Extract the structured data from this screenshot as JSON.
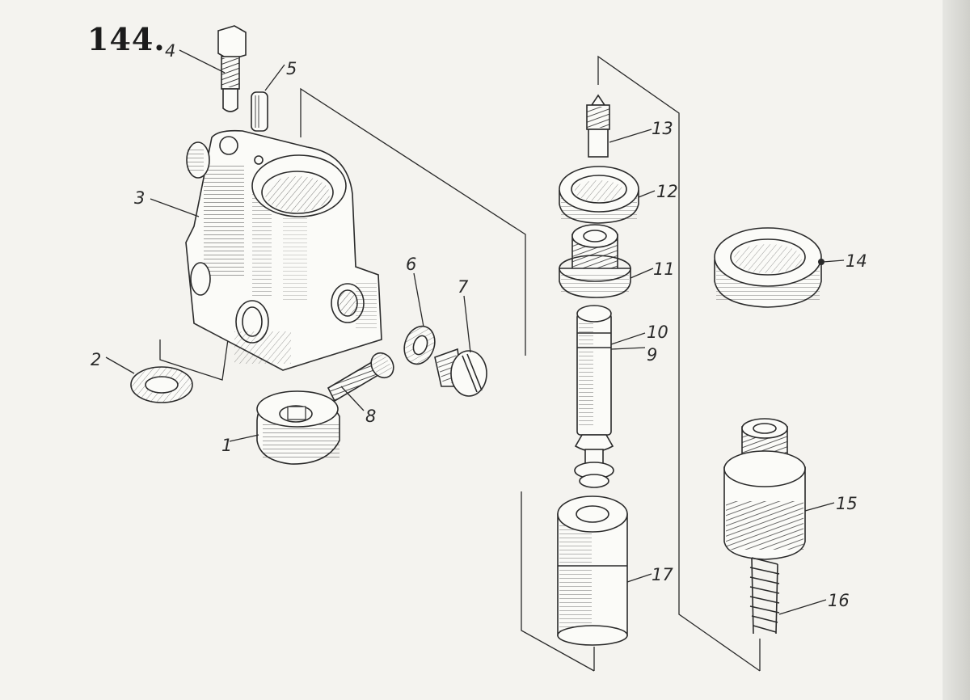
{
  "figure": {
    "number": "144."
  },
  "parts": [
    {
      "id": "p1",
      "label": "1"
    },
    {
      "id": "p2",
      "label": "2"
    },
    {
      "id": "p3",
      "label": "3"
    },
    {
      "id": "p4",
      "label": "4"
    },
    {
      "id": "p5",
      "label": "5"
    },
    {
      "id": "p6",
      "label": "6"
    },
    {
      "id": "p7",
      "label": "7"
    },
    {
      "id": "p8",
      "label": "8"
    },
    {
      "id": "p9",
      "label": "9"
    },
    {
      "id": "p10",
      "label": "10"
    },
    {
      "id": "p11",
      "label": "11"
    },
    {
      "id": "p12",
      "label": "12"
    },
    {
      "id": "p13",
      "label": "13"
    },
    {
      "id": "p14",
      "label": "14"
    },
    {
      "id": "p15",
      "label": "15"
    },
    {
      "id": "p16",
      "label": "16"
    },
    {
      "id": "p17",
      "label": "17"
    }
  ],
  "colors": {
    "paper": "#f4f3ef",
    "ink": "#2a2a2a"
  }
}
